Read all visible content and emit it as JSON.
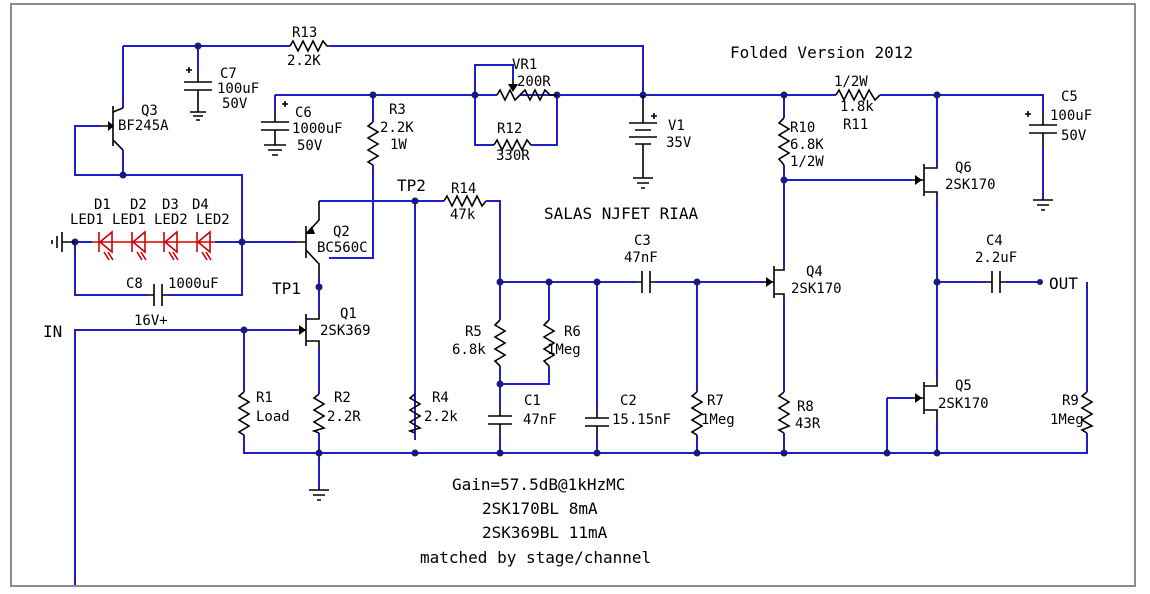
{
  "title": "SALAS NJFET RIAA",
  "version_note": "Folded Version 2012",
  "components": {
    "R13": {
      "ref": "R13",
      "value": "2.2K"
    },
    "C7": {
      "ref": "C7",
      "value": "100uF",
      "voltage": "50V"
    },
    "Q3": {
      "ref": "Q3",
      "part": "BF245A"
    },
    "C6": {
      "ref": "C6",
      "value": "1000uF",
      "voltage": "50V"
    },
    "R3": {
      "ref": "R3",
      "value": "2.2K",
      "power": "1W"
    },
    "VR1": {
      "ref": "VR1",
      "value": "200R"
    },
    "R12": {
      "ref": "R12",
      "value": "330R"
    },
    "V1": {
      "ref": "V1",
      "value": "35V"
    },
    "R11": {
      "ref": "R11",
      "value": "1.8k",
      "power": "1/2W"
    },
    "C5": {
      "ref": "C5",
      "value": "100uF",
      "voltage": "50V"
    },
    "R10": {
      "ref": "R10",
      "value": "6.8K",
      "power": "1/2W"
    },
    "Q6": {
      "ref": "Q6",
      "part": "2SK170"
    },
    "D1": {
      "ref": "D1",
      "part": "LED1"
    },
    "D2": {
      "ref": "D2",
      "part": "LED1"
    },
    "D3": {
      "ref": "D3",
      "part": "LED2"
    },
    "D4": {
      "ref": "D4",
      "part": "LED2"
    },
    "Q2": {
      "ref": "Q2",
      "part": "BC560C"
    },
    "R14": {
      "ref": "R14",
      "value": "47k"
    },
    "C3": {
      "ref": "C3",
      "value": "47nF"
    },
    "C4": {
      "ref": "C4",
      "value": "2.2uF"
    },
    "C8": {
      "ref": "C8",
      "value": "1000uF",
      "voltage": "16V+"
    },
    "Q1": {
      "ref": "Q1",
      "part": "2SK369"
    },
    "Q4": {
      "ref": "Q4",
      "part": "2SK170"
    },
    "R5": {
      "ref": "R5",
      "value": "6.8k"
    },
    "R6": {
      "ref": "R6",
      "value": "1Meg"
    },
    "R1": {
      "ref": "R1",
      "value": "Load"
    },
    "R2": {
      "ref": "R2",
      "value": "2.2R"
    },
    "R4": {
      "ref": "R4",
      "value": "2.2k"
    },
    "C1": {
      "ref": "C1",
      "value": "47nF"
    },
    "C2": {
      "ref": "C2",
      "value": "15.15nF"
    },
    "R7": {
      "ref": "R7",
      "value": "1Meg"
    },
    "R8": {
      "ref": "R8",
      "value": "43R"
    },
    "Q5": {
      "ref": "Q5",
      "part": "2SK170"
    },
    "R9": {
      "ref": "R9",
      "value": "1Meg"
    }
  },
  "labels": {
    "in": "IN",
    "out": "OUT",
    "tp1": "TP1",
    "tp2": "TP2"
  },
  "notes": [
    "Gain=57.5dB@1kHzMC",
    "2SK170BL 8mA",
    "2SK369BL 11mA",
    "matched by stage/channel"
  ],
  "colors": {
    "wire": "#1f1fc8",
    "led": "#d00000",
    "component": "#000000",
    "border": "#8c8c8c"
  }
}
